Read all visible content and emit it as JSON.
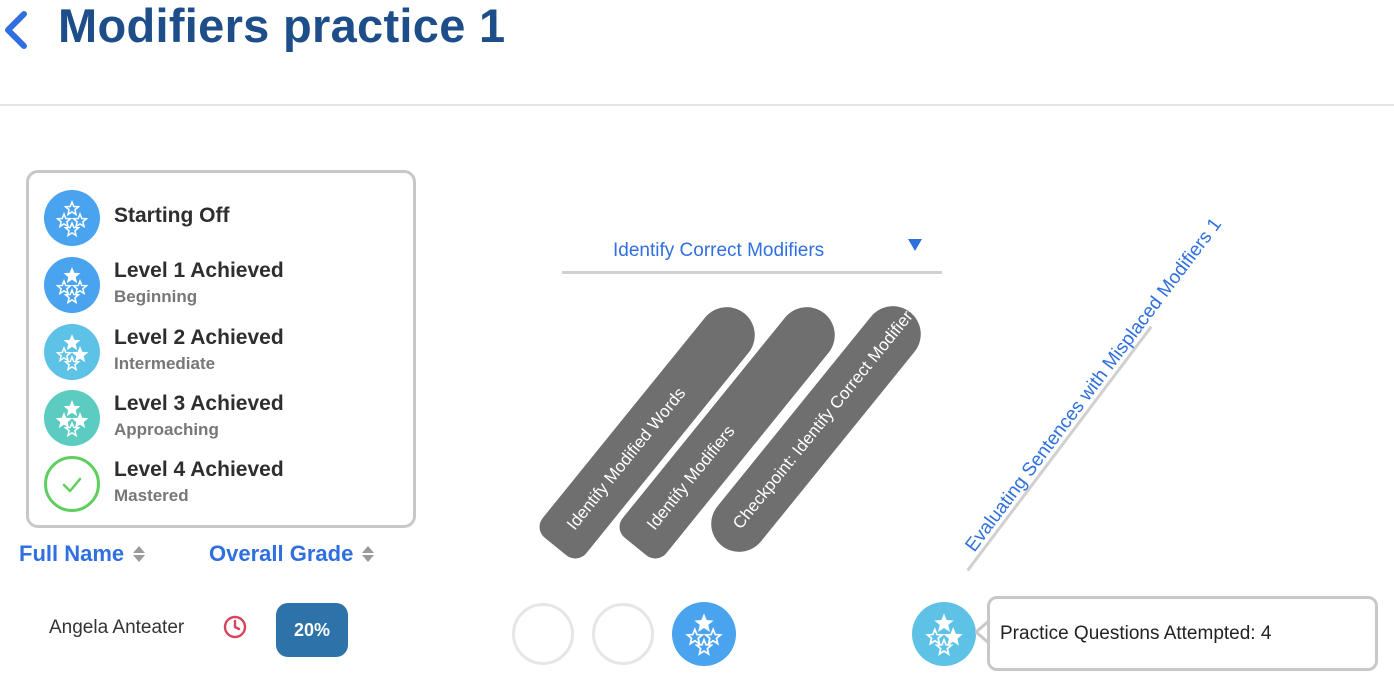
{
  "header": {
    "title": "Modifiers practice 1"
  },
  "legend": {
    "items": [
      {
        "title": "Starting Off",
        "subtitle": "",
        "color": "#4aa3ef"
      },
      {
        "title": "Level 1 Achieved",
        "subtitle": "Beginning",
        "color": "#4aa3ef"
      },
      {
        "title": "Level 2 Achieved",
        "subtitle": "Intermediate",
        "color": "#5ec2e6"
      },
      {
        "title": "Level 3 Achieved",
        "subtitle": "Approaching",
        "color": "#5ccbc0"
      },
      {
        "title": "Level 4 Achieved",
        "subtitle": "Mastered",
        "color": "#5fcf5f"
      }
    ]
  },
  "table": {
    "headers": {
      "full_name": "Full Name",
      "overall_grade": "Overall Grade"
    },
    "rows": [
      {
        "name": "Angela Anteater",
        "grade": "20%"
      }
    ]
  },
  "skills": {
    "dropdown_label": "Identify Correct Modifiers",
    "pills": [
      "Identify Modified Words",
      "Identify Modifiers",
      "Checkpoint: Identify Correct Modifiers"
    ],
    "link": "Evaluating Sentences with Misplaced Modifiers 1"
  },
  "tooltip": {
    "text": "Practice Questions Attempted: 4"
  },
  "colors": {
    "title": "#1d4e89",
    "accent": "#2f6fe0",
    "grade_badge": "#2d72a8",
    "pill": "#6f6f6f",
    "clock": "#d6455b"
  }
}
